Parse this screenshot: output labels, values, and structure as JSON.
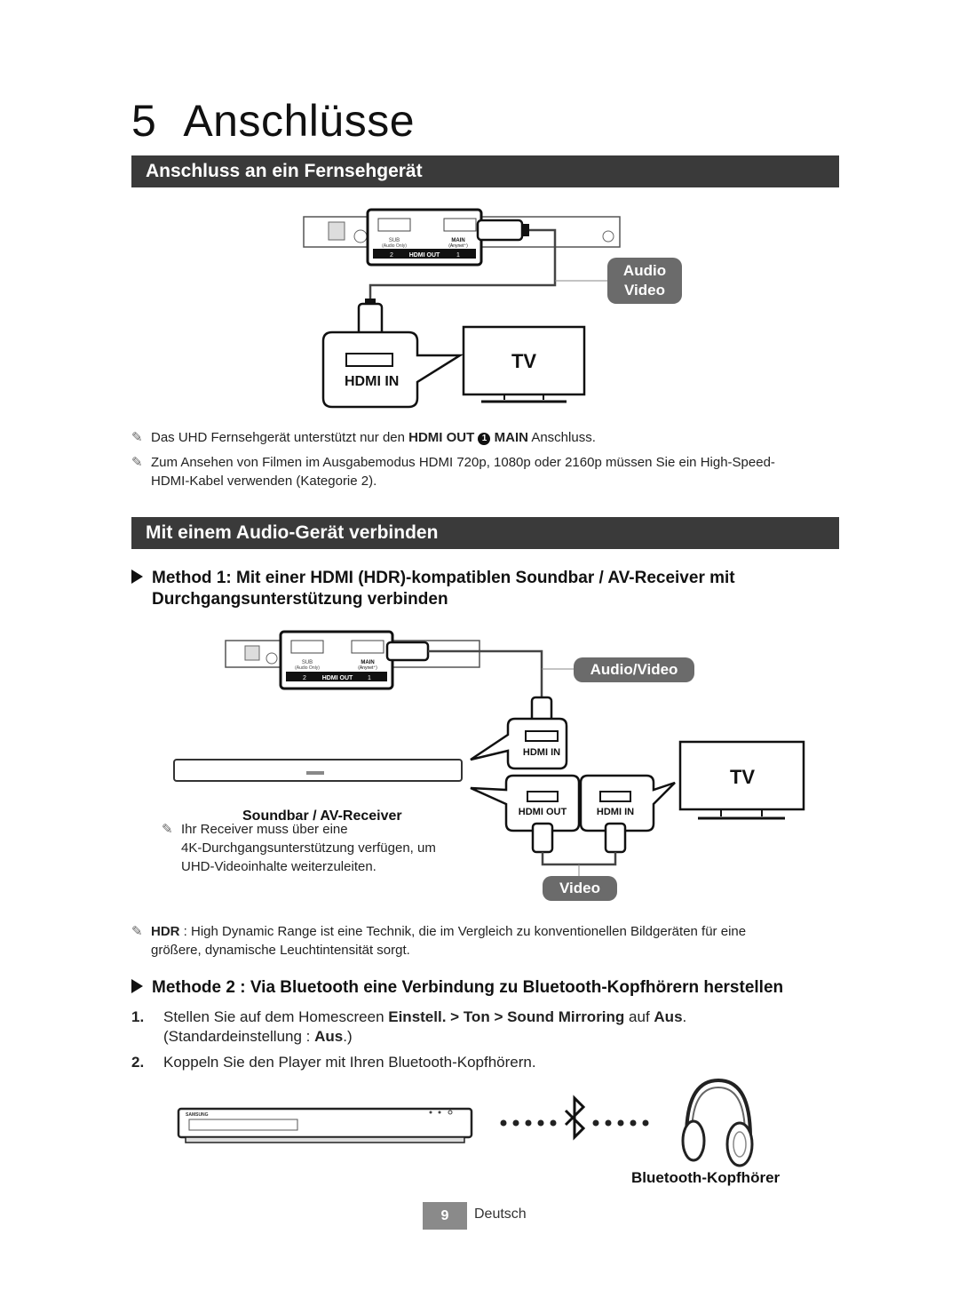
{
  "chapter": {
    "number": "5",
    "title": "Anschlüsse"
  },
  "section1": {
    "heading": "Anschluss an ein Fernsehgerät",
    "diagram": {
      "port_sub": "SUB",
      "port_sub_sub": "(Audio Only)",
      "port_main": "MAIN",
      "port_main_sub": "(Anynet⁺)",
      "port_bar": "HDMI OUT",
      "badge_2": "2",
      "badge_1": "1",
      "pill_line1": "Audio",
      "pill_line2": "Video",
      "hdmi_in": "HDMI IN",
      "tv": "TV"
    },
    "note1": {
      "pre": "Das UHD Fernsehgerät unterstützt nur den ",
      "bold1": "HDMI OUT",
      "circle": "1",
      "bold2": "MAIN",
      "post": " Anschluss."
    },
    "note2": {
      "line1": "Zum Ansehen von Filmen im Ausgabemodus HDMI 720p, 1080p oder 2160p müssen Sie ein High-Speed-",
      "line2": "HDMI-Kabel verwenden (Kategorie 2)."
    }
  },
  "section2": {
    "heading": "Mit einem Audio-Gerät verbinden",
    "method1": {
      "line1": "Method 1: Mit einer HDMI (HDR)-kompatiblen Soundbar / AV-Receiver mit",
      "line2": "Durchgangsunterstützung verbinden"
    },
    "diagram": {
      "port_sub": "SUB",
      "port_sub_sub": "(Audio Only)",
      "port_main": "MAIN",
      "port_main_sub": "(Anynet⁺)",
      "port_bar": "HDMI OUT",
      "badge_2": "2",
      "badge_1": "1",
      "pill_av": "Audio/Video",
      "hdmi_in_top": "HDMI IN",
      "hdmi_out": "HDMI OUT",
      "hdmi_in_bottom": "HDMI IN",
      "tv": "TV",
      "soundbar_label": "Soundbar / AV-Receiver",
      "pill_video": "Video"
    },
    "receiver_note": {
      "line1": "Ihr Receiver muss über eine",
      "line2": "4K-Durchgangsunterstützung verfügen, um",
      "line3": "UHD-Videoinhalte weiterzuleiten."
    },
    "hdr_note": {
      "bold": "HDR",
      "line1": " : High Dynamic Range ist eine Technik, die im Vergleich zu konventionellen Bildgeräten für eine",
      "line2": "größere, dynamische Leuchtintensität sorgt."
    },
    "method2": "Methode 2 : Via Bluetooth eine Verbindung zu Bluetooth-Kopfhörern herstellen",
    "step1": {
      "num": "1.",
      "pre": "Stellen Sie auf dem Homescreen ",
      "b1": "Einstell.",
      "sep1": " > ",
      "b2": "Ton",
      "sep2": " > ",
      "b3": "Sound Mirroring",
      "mid": " auf ",
      "b4": "Aus",
      "end": ".",
      "line2_pre": "(Standardeinstellung : ",
      "line2_bold": "Aus",
      "line2_end": ".)"
    },
    "step2": {
      "num": "2.",
      "text": "Koppeln Sie den Player mit Ihren Bluetooth-Kopfhörern."
    },
    "bt_diagram": {
      "brand": "SAMSUNG",
      "headphones_label": "Bluetooth-Kopfhörer"
    }
  },
  "footer": {
    "page": "9",
    "language": "Deutsch"
  }
}
